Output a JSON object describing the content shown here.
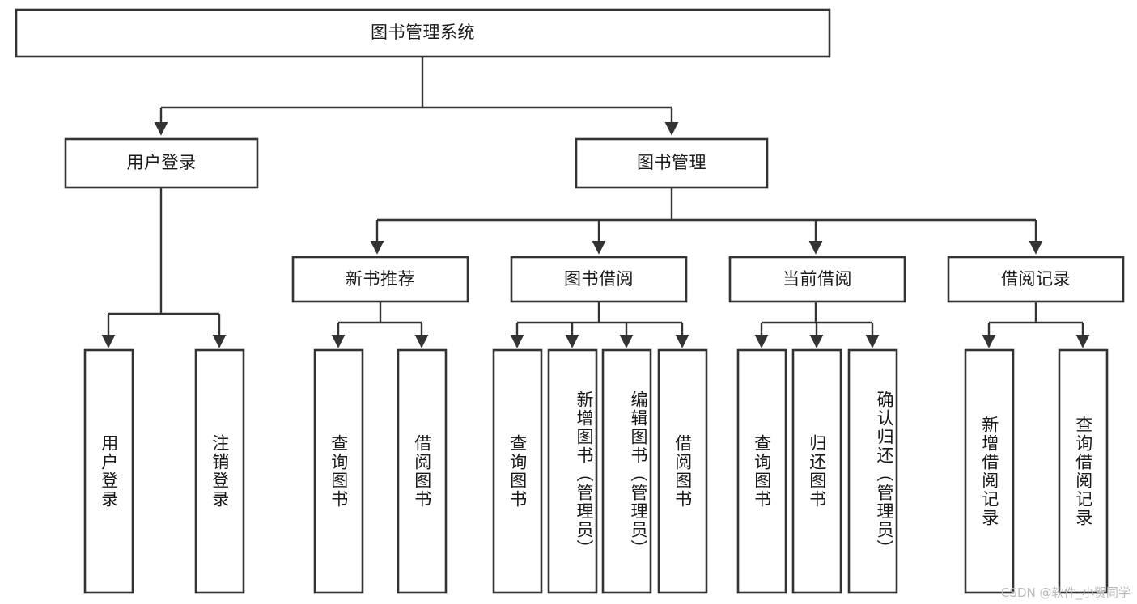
{
  "diagram": {
    "type": "tree-hierarchy",
    "title": "图书管理系统",
    "watermark": "CSDN @软件_小贺同学",
    "colors": {
      "box_stroke": "#333333",
      "box_fill": "#ffffff",
      "line": "#333333",
      "text": "#1a1a1a",
      "background": "#ffffff",
      "watermark": "#b9b9b9"
    },
    "levels": {
      "root": {
        "label": "图书管理系统"
      },
      "level1": [
        {
          "label": "用户登录"
        },
        {
          "label": "图书管理"
        }
      ],
      "level2": [
        {
          "label": "新书推荐"
        },
        {
          "label": "图书借阅"
        },
        {
          "label": "当前借阅"
        },
        {
          "label": "借阅记录"
        }
      ],
      "leaves": {
        "user_login": [
          {
            "label": "用户登录"
          },
          {
            "label": "注销登录"
          }
        ],
        "new_book_recommend": [
          {
            "label": "查询图书"
          },
          {
            "label": "借阅图书"
          }
        ],
        "book_borrow": [
          {
            "label": "查询图书"
          },
          {
            "label": "新增图书（管理员）"
          },
          {
            "label": "编辑图书（管理员）"
          },
          {
            "label": "借阅图书"
          }
        ],
        "current_borrow": [
          {
            "label": "查询图书"
          },
          {
            "label": "归还图书"
          },
          {
            "label": "确认归还（管理员）"
          }
        ],
        "borrow_record": [
          {
            "label": "新增借阅记录"
          },
          {
            "label": "查询借阅记录"
          }
        ]
      }
    }
  }
}
